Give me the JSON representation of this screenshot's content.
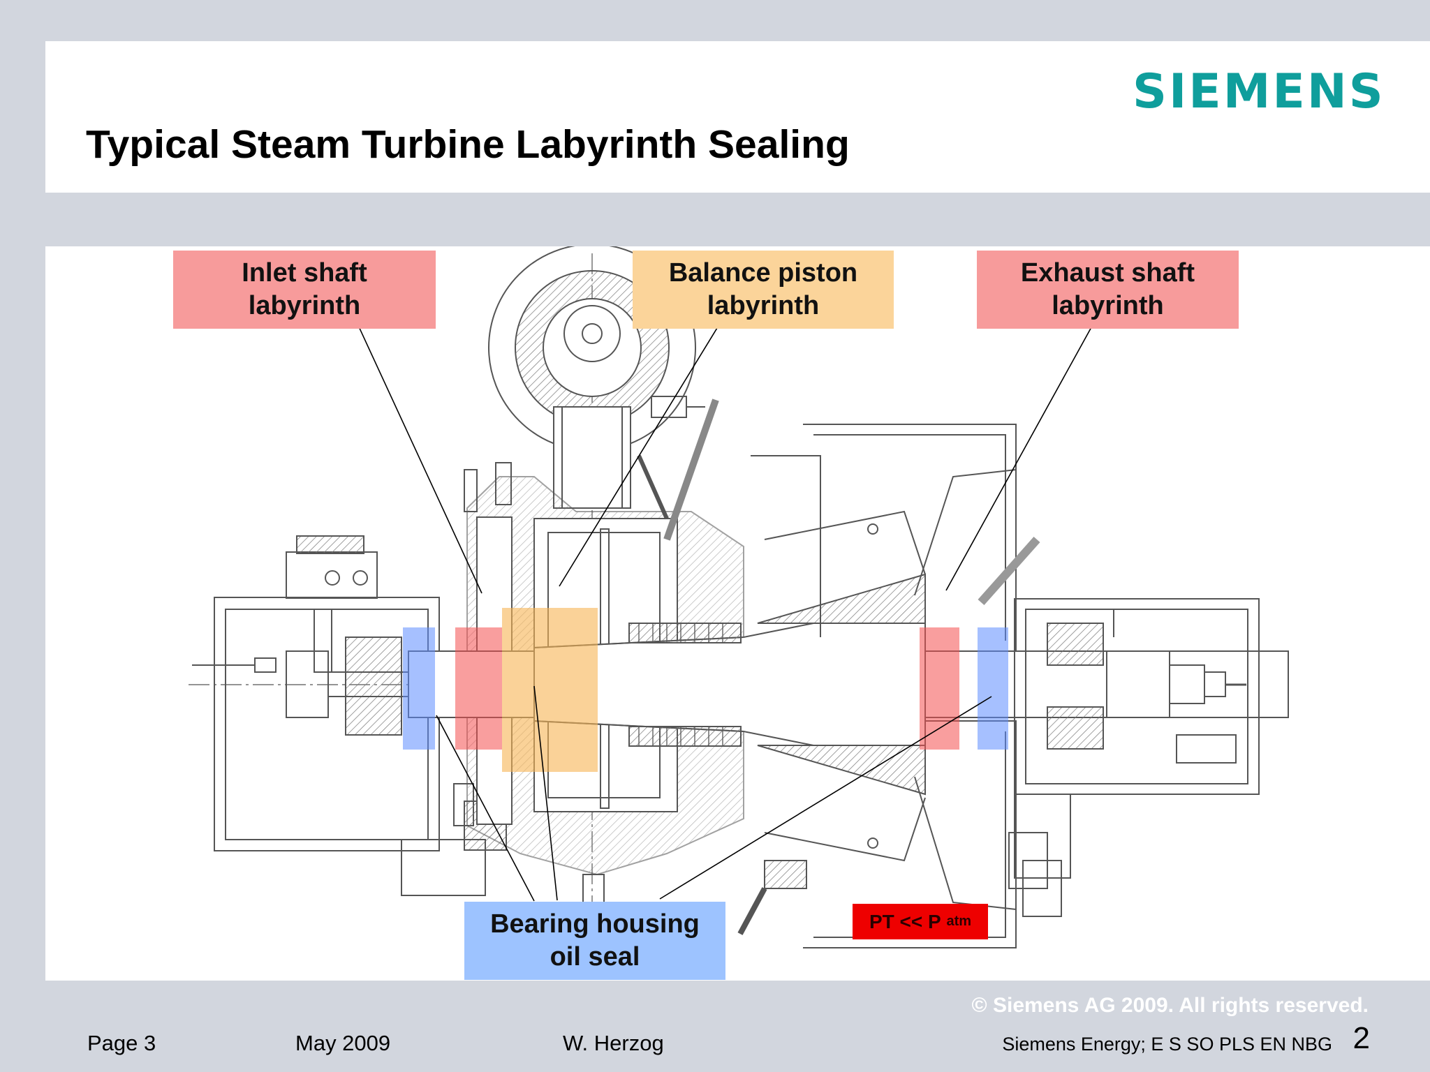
{
  "header": {
    "logo": "SIEMENS",
    "title": "Typical Steam Turbine Labyrinth Sealing"
  },
  "labels": {
    "inlet": "Inlet shaft\nlabyrinth",
    "balance": "Balance piston\nlabyrinth",
    "exhaust": "Exhaust shaft\nlabyrinth",
    "bearing": "Bearing housing\noil seal",
    "pressure_main": "PT << P",
    "pressure_sub": "atm"
  },
  "footer": {
    "copyright": "©  Siemens AG  2009. All rights reserved.",
    "page": "Page 3",
    "date": "May 2009",
    "author": "W. Herzog",
    "org": "Siemens Energy; E S SO PLS EN NBG",
    "slide_number": "2"
  },
  "colors": {
    "seal_red": "#f79b9b",
    "balance_orange": "#fbd49a",
    "bearing_blue": "#9dc3ff",
    "logo_teal": "#0f9e9c",
    "pressure_red": "#ee0000"
  }
}
